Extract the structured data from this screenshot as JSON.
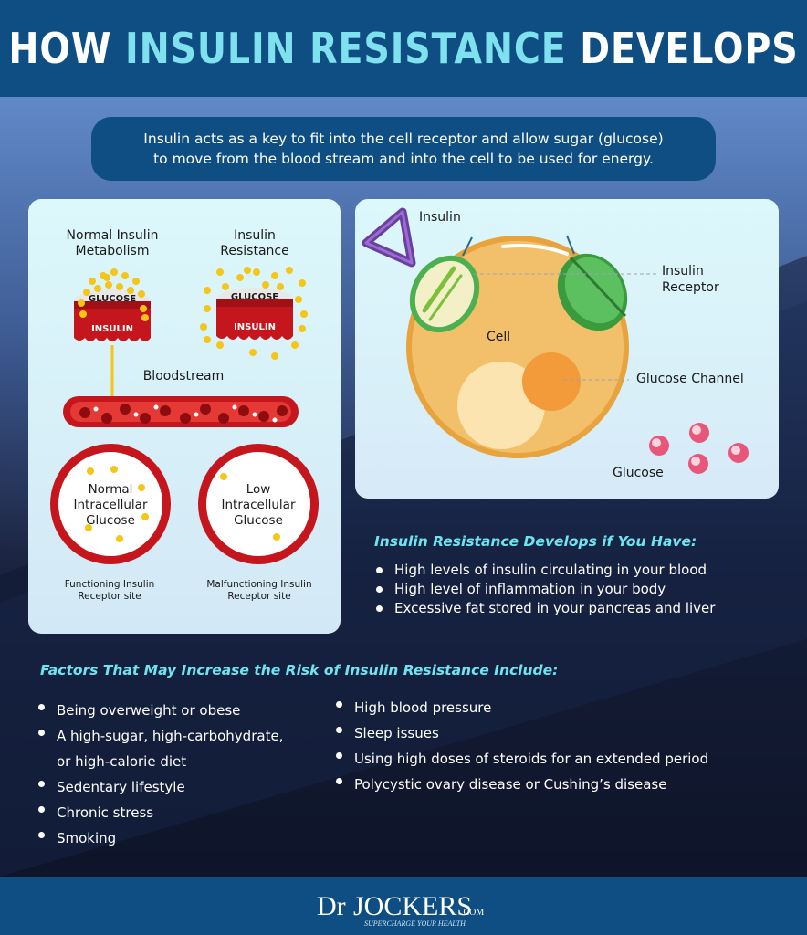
{
  "header": {
    "title_part1": "HOW",
    "title_accent": "INSULIN RESISTANCE",
    "title_part2": "DEVELOPS"
  },
  "intro": {
    "line1": "Insulin acts as a key to fit into the cell receptor and allow sugar (glucose)",
    "line2": "to move from the blood stream and into the cell to be used for energy."
  },
  "left_panel": {
    "col1_title_line1": "Normal Insulin",
    "col1_title_line2": "Metabolism",
    "col2_title_line1": "Insulin",
    "col2_title_line2": "Resistance",
    "glucose_label": "GLUCOSE",
    "insulin_label": "INSULIN",
    "bloodstream_label": "Bloodstream",
    "circle1_line1": "Normal",
    "circle1_line2": "Intracellular",
    "circle1_line3": "Glucose",
    "circle2_line1": "Low",
    "circle2_line2": "Intracellular",
    "circle2_line3": "Glucose",
    "caption1_line1": "Functioning Insulin",
    "caption1_line2": "Receptor site",
    "caption2_line1": "Malfunctioning Insulin",
    "caption2_line2": "Receptor site"
  },
  "right_panel": {
    "insulin_label": "Insulin",
    "receptor_line1": "Insulin",
    "receptor_line2": "Receptor",
    "cell_label": "Cell",
    "channel_label": "Glucose Channel",
    "glucose_label": "Glucose"
  },
  "develops": {
    "title": "Insulin Resistance Develops if You Have:",
    "items": [
      "High levels of insulin circulating in your blood",
      "High level of inflammation in your body",
      "Excessive fat stored in your pancreas and liver"
    ]
  },
  "factors": {
    "title": "Factors That May Increase the Risk of Insulin Resistance Include:",
    "col1": [
      "Being overweight or obese",
      "A high-sugar, high-carbohydrate,",
      "or high-calorie diet",
      "Sedentary lifestyle",
      "Chronic stress",
      "Smoking"
    ],
    "col2": [
      "High blood pressure",
      "Sleep issues",
      "Using high doses of steroids for an extended period",
      "Polycystic ovary disease or Cushing’s disease"
    ]
  },
  "footer": {
    "logo_main": "DrJockers",
    "logo_dr": "Dr",
    "logo_jockers": "JOCKERS",
    "logo_com": ".COM",
    "tagline": "SUPERCHARGE YOUR HEALTH"
  },
  "colors": {
    "header_blue": "#0e4e82",
    "accent_cyan": "#7fe0ee",
    "panel_bg": "#d8f6fa",
    "blood_red": "#c4161c",
    "glucose_yellow": "#f5c518",
    "receptor_green": "#4caf50",
    "insulin_purple": "#6b3fa0"
  }
}
